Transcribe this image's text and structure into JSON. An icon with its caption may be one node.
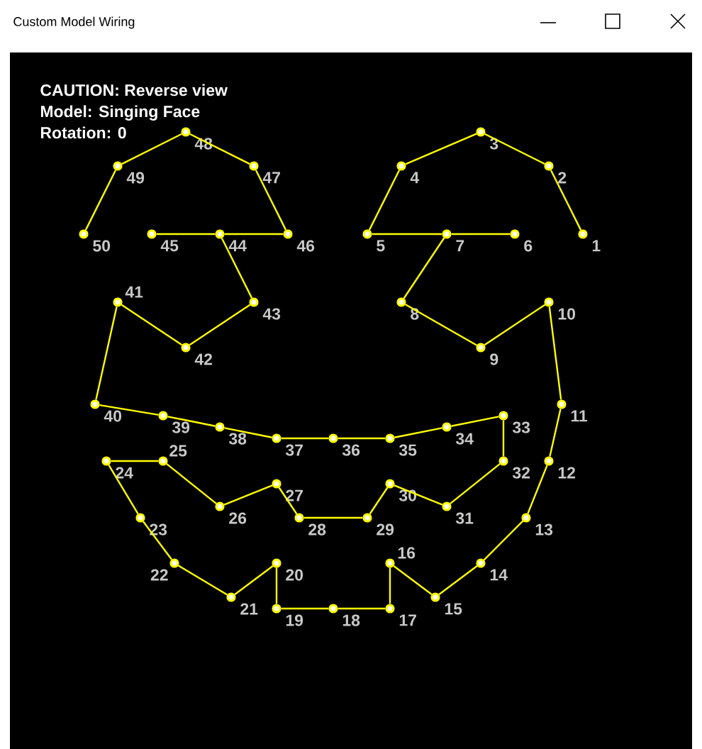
{
  "diagram": {
    "title": "Custom Model Wiring",
    "nodes": [
      {
        "text": [],
        "shape": "circle",
        "beside": [
          "1"
        ]
      },
      {
        "text": [],
        "shape": "circle",
        "beside": [
          "2"
        ]
      },
      {
        "text": [],
        "shape": "circle",
        "beside": [
          "3"
        ]
      },
      {
        "text": [],
        "shape": "circle",
        "beside": [
          "4"
        ]
      },
      {
        "text": [],
        "shape": "circle",
        "beside": [
          "5"
        ]
      },
      {
        "text": [],
        "shape": "circle",
        "beside": [
          "6"
        ]
      },
      {
        "text": [],
        "shape": "circle",
        "beside": [
          "7"
        ]
      },
      {
        "text": [],
        "shape": "circle",
        "beside": [
          "8"
        ]
      },
      {
        "text": [],
        "shape": "circle",
        "beside": [
          "9"
        ]
      },
      {
        "text": [],
        "shape": "circle",
        "beside": [
          "10"
        ]
      },
      {
        "text": [],
        "shape": "circle",
        "beside": [
          "11"
        ]
      },
      {
        "text": [],
        "shape": "circle",
        "beside": [
          "12"
        ]
      },
      {
        "text": [],
        "shape": "circle",
        "beside": [
          "13"
        ]
      },
      {
        "text": [],
        "shape": "circle",
        "beside": [
          "14"
        ]
      },
      {
        "text": [],
        "shape": "circle",
        "beside": [
          "15"
        ]
      },
      {
        "text": [],
        "shape": "circle",
        "beside": [
          "16"
        ]
      },
      {
        "text": [],
        "shape": "circle",
        "beside": [
          "17"
        ]
      },
      {
        "text": [],
        "shape": "circle",
        "beside": [
          "18"
        ]
      },
      {
        "text": [],
        "shape": "circle",
        "beside": [
          "19"
        ]
      },
      {
        "text": [],
        "shape": "circle",
        "beside": [
          "20"
        ]
      },
      {
        "text": [],
        "shape": "circle",
        "beside": [
          "21"
        ]
      },
      {
        "text": [],
        "shape": "circle",
        "beside": [
          "22"
        ]
      },
      {
        "text": [],
        "shape": "circle",
        "beside": [
          "23"
        ]
      },
      {
        "text": [],
        "shape": "circle",
        "beside": [
          "24"
        ]
      },
      {
        "text": [],
        "shape": "circle",
        "beside": [
          "25"
        ]
      },
      {
        "text": [],
        "shape": "circle",
        "beside": [
          "26"
        ]
      },
      {
        "text": [],
        "shape": "circle",
        "beside": [
          "27"
        ]
      },
      {
        "text": [],
        "shape": "circle",
        "beside": [
          "28"
        ]
      },
      {
        "text": [],
        "shape": "circle",
        "beside": [
          "29"
        ]
      },
      {
        "text": [],
        "shape": "circle",
        "beside": [
          "30"
        ]
      },
      {
        "text": [],
        "shape": "circle",
        "beside": [
          "31"
        ]
      },
      {
        "text": [],
        "shape": "circle",
        "beside": [
          "32"
        ]
      },
      {
        "text": [],
        "shape": "circle",
        "beside": [
          "33"
        ]
      },
      {
        "text": [],
        "shape": "circle",
        "beside": [
          "34"
        ]
      },
      {
        "text": [],
        "shape": "circle",
        "beside": [
          "35"
        ]
      },
      {
        "text": [],
        "shape": "circle",
        "beside": [
          "36"
        ]
      },
      {
        "text": [],
        "shape": "circle",
        "beside": [
          "37"
        ]
      },
      {
        "text": [],
        "shape": "circle",
        "beside": [
          "38"
        ]
      },
      {
        "text": [],
        "shape": "circle",
        "beside": [
          "39"
        ]
      },
      {
        "text": [],
        "shape": "circle",
        "beside": [
          "40"
        ]
      },
      {
        "text": [],
        "shape": "circle",
        "beside": [
          "41"
        ]
      },
      {
        "text": [],
        "shape": "circle",
        "beside": [
          "42"
        ]
      },
      {
        "text": [],
        "shape": "circle",
        "beside": [
          "43"
        ]
      },
      {
        "text": [],
        "shape": "circle",
        "beside": [
          "44"
        ]
      },
      {
        "text": [],
        "shape": "circle",
        "beside": [
          "45"
        ]
      },
      {
        "text": [],
        "shape": "circle",
        "beside": [
          "46"
        ]
      },
      {
        "text": [],
        "shape": "circle",
        "beside": [
          "47"
        ]
      },
      {
        "text": [],
        "shape": "circle",
        "beside": [
          "48"
        ]
      },
      {
        "text": [],
        "shape": "circle",
        "beside": [
          "49"
        ]
      },
      {
        "text": [],
        "shape": "circle",
        "beside": [
          "50"
        ]
      }
    ],
    "edges": [
      {
        "from": 0,
        "to": 1,
        "arrow": "none"
      },
      {
        "from": 1,
        "to": 2,
        "arrow": "none"
      },
      {
        "from": 2,
        "to": 3,
        "arrow": "none"
      },
      {
        "from": 3,
        "to": 4,
        "arrow": "none"
      },
      {
        "from": 4,
        "to": 6,
        "arrow": "none"
      },
      {
        "from": 6,
        "to": 5,
        "arrow": "none"
      },
      {
        "from": 6,
        "to": 7,
        "arrow": "none"
      },
      {
        "from": 7,
        "to": 8,
        "arrow": "none"
      },
      {
        "from": 8,
        "to": 9,
        "arrow": "none"
      },
      {
        "from": 9,
        "to": 10,
        "arrow": "none"
      },
      {
        "from": 10,
        "to": 11,
        "arrow": "none"
      },
      {
        "from": 11,
        "to": 12,
        "arrow": "none"
      },
      {
        "from": 12,
        "to": 13,
        "arrow": "none"
      },
      {
        "from": 13,
        "to": 14,
        "arrow": "none"
      },
      {
        "from": 14,
        "to": 15,
        "arrow": "none"
      },
      {
        "from": 15,
        "to": 16,
        "arrow": "none"
      },
      {
        "from": 16,
        "to": 17,
        "arrow": "none"
      },
      {
        "from": 17,
        "to": 18,
        "arrow": "none"
      },
      {
        "from": 18,
        "to": 19,
        "arrow": "none"
      },
      {
        "from": 19,
        "to": 20,
        "arrow": "none"
      },
      {
        "from": 20,
        "to": 21,
        "arrow": "none"
      },
      {
        "from": 21,
        "to": 22,
        "arrow": "none"
      },
      {
        "from": 22,
        "to": 23,
        "arrow": "none"
      },
      {
        "from": 23,
        "to": 24,
        "arrow": "none"
      },
      {
        "from": 24,
        "to": 25,
        "arrow": "none"
      },
      {
        "from": 25,
        "to": 26,
        "arrow": "none"
      },
      {
        "from": 26,
        "to": 27,
        "arrow": "none"
      },
      {
        "from": 27,
        "to": 28,
        "arrow": "none"
      },
      {
        "from": 28,
        "to": 29,
        "arrow": "none"
      },
      {
        "from": 29,
        "to": 30,
        "arrow": "none"
      },
      {
        "from": 30,
        "to": 31,
        "arrow": "none"
      },
      {
        "from": 31,
        "to": 32,
        "arrow": "none"
      },
      {
        "from": 32,
        "to": 33,
        "arrow": "none"
      },
      {
        "from": 33,
        "to": 34,
        "arrow": "none"
      },
      {
        "from": 34,
        "to": 35,
        "arrow": "none"
      },
      {
        "from": 35,
        "to": 36,
        "arrow": "none"
      },
      {
        "from": 36,
        "to": 37,
        "arrow": "none"
      },
      {
        "from": 37,
        "to": 38,
        "arrow": "none"
      },
      {
        "from": 38,
        "to": 39,
        "arrow": "none"
      },
      {
        "from": 39,
        "to": 40,
        "arrow": "none"
      },
      {
        "from": 40,
        "to": 41,
        "arrow": "none"
      },
      {
        "from": 41,
        "to": 42,
        "arrow": "none"
      },
      {
        "from": 42,
        "to": 43,
        "arrow": "none"
      },
      {
        "from": 43,
        "to": 44,
        "arrow": "none"
      },
      {
        "from": 43,
        "to": 45,
        "arrow": "none"
      },
      {
        "from": 45,
        "to": 46,
        "arrow": "none"
      },
      {
        "from": 46,
        "to": 47,
        "arrow": "none"
      },
      {
        "from": 47,
        "to": 48,
        "arrow": "none"
      },
      {
        "from": 48,
        "to": 49,
        "arrow": "none"
      }
    ],
    "labels": [
      "CAUTION: Reverse view",
      "Model: Singing Face",
      "Rotation: 0"
    ]
  }
}
